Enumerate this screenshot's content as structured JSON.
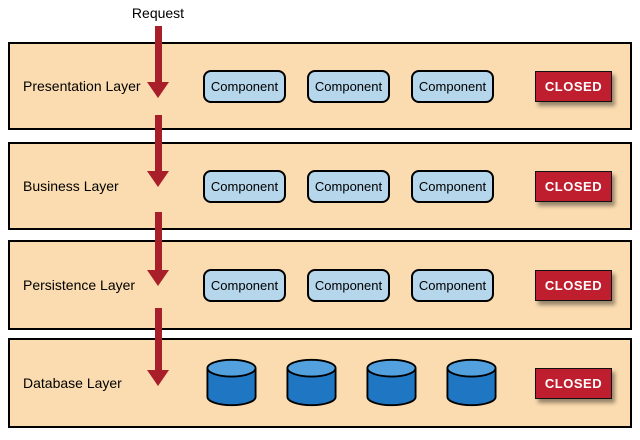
{
  "diagram": {
    "request_label": "Request",
    "layers": [
      {
        "label": "Presentation Layer",
        "components": [
          "Component",
          "Component",
          "Component"
        ],
        "closed": "CLOSED"
      },
      {
        "label": "Business Layer",
        "components": [
          "Component",
          "Component",
          "Component"
        ],
        "closed": "CLOSED"
      },
      {
        "label": "Persistence Layer",
        "components": [
          "Component",
          "Component",
          "Component"
        ],
        "closed": "CLOSED"
      },
      {
        "label": "Database Layer",
        "cylinder_count": 4,
        "closed": "CLOSED"
      }
    ],
    "icons": {
      "database": "database-cylinder-icon",
      "arrow": "down-arrow-icon"
    }
  },
  "colors": {
    "layer_bg": "#FBDCB0",
    "layer_border": "#000000",
    "component_bg": "#B5D6EB",
    "component_border": "#000000",
    "closed_bg": "#BE1E2D",
    "closed_text": "#FFFFFF",
    "arrow": "#A81E29",
    "cylinder_body": "#1F77C4",
    "cylinder_top": "#52A1DE"
  }
}
